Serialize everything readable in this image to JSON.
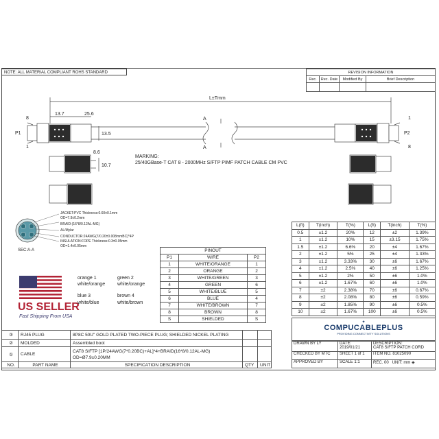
{
  "note": "NOTE: ALL MATERIAL COMPLIANT ROHS STANDARD",
  "revision": {
    "title": "REVISION INFORMATION",
    "headers": [
      "Rec.",
      "Rec. Date",
      "Modified By",
      "Brief Description"
    ]
  },
  "dims": {
    "length": "L±Tmm",
    "d1": "13.7",
    "d2": "25.6",
    "d3": "13.5",
    "d4": "8.6",
    "d5": "10.7",
    "d6": "1",
    "d7": "8",
    "d8": "1",
    "d9": "8"
  },
  "labels": {
    "p1": "P1",
    "p2": "P2",
    "a_top": "A",
    "a_bot": "A",
    "a_top_r": "A",
    "a_bot_r": "A",
    "sec": "SEC:A-A",
    "pin8_left": "8",
    "pin1_left": "1",
    "pin1_right": "1",
    "pin8_right": "8"
  },
  "marking": {
    "title": "MARKING:",
    "text": "25/40GBase-T CAT 8 - 2000MHz S/FTP PIMF PATCH CABLE  CM PVC"
  },
  "section_notes": [
    "JACKET:PVC Thickness:0.60±0.1mm",
    "OD=7.9±0.2mm",
    "BRAID:(16*8/0.12AL-MG)",
    "AL/Mylar",
    "CONDUCTOR:24AWG(7/0.20±0.008mmBC)*4P",
    "INSULATION:FOPE Thickness:0.3±0.05mm",
    "OD=1.4±0.05mm"
  ],
  "length_table": {
    "headers": [
      "L(ft)",
      "T(inch)",
      "T(%)",
      "L(ft)",
      "T(inch)",
      "T(%)"
    ],
    "rows": [
      [
        "0.5",
        "±1.2",
        "20%",
        "12",
        "±2",
        "1.39%"
      ],
      [
        "1",
        "±1.2",
        "10%",
        "15",
        "±3.15",
        "1.75%"
      ],
      [
        "1.5",
        "±1.2",
        "6.6%",
        "20",
        "±4",
        "1.67%"
      ],
      [
        "2",
        "±1.2",
        "5%",
        "25",
        "±4",
        "1.33%"
      ],
      [
        "3",
        "±1.2",
        "3.33%",
        "30",
        "±6",
        "1.67%"
      ],
      [
        "4",
        "±1.2",
        "2.5%",
        "40",
        "±6",
        "1.25%"
      ],
      [
        "5",
        "±1.2",
        "2%",
        "50",
        "±6",
        "1.0%"
      ],
      [
        "6",
        "±1.2",
        "1.67%",
        "60",
        "±6",
        "1.0%"
      ],
      [
        "7",
        "±2",
        "2.38%",
        "70",
        "±6",
        "0.67%"
      ],
      [
        "8",
        "±2",
        "2.08%",
        "80",
        "±6",
        "0.59%"
      ],
      [
        "9",
        "±2",
        "1.85%",
        "90",
        "±6",
        "0.5%"
      ],
      [
        "10",
        "±2",
        "1.67%",
        "100",
        "±6",
        "0.5%"
      ]
    ]
  },
  "pinout": {
    "title": "PINOUT",
    "headers": [
      "P1",
      "WIRE",
      "P2"
    ],
    "rows": [
      [
        "1",
        "WHITE/ORANGE",
        "1"
      ],
      [
        "2",
        "ORANGE",
        "2"
      ],
      [
        "3",
        "WHITE/GREEN",
        "3"
      ],
      [
        "4",
        "GREEN",
        "6"
      ],
      [
        "5",
        "WHITE/BLUE",
        "5"
      ],
      [
        "6",
        "BLUE",
        "4"
      ],
      [
        "7",
        "WHITE/BROWN",
        "7"
      ],
      [
        "8",
        "BROWN",
        "8"
      ],
      [
        "S",
        "SHIELDED",
        "S"
      ]
    ]
  },
  "pairs": [
    {
      "label": "orange 1",
      "sub": "white/orange"
    },
    {
      "label": "green 2",
      "sub": "white/orange"
    },
    {
      "label": "blue    3",
      "sub": "white/blue"
    },
    {
      "label": "brown 4",
      "sub": "white/brown"
    }
  ],
  "us_seller": {
    "title": "US SELLER",
    "sub": "Fast Shipping From USA"
  },
  "bom": {
    "rows": [
      {
        "no": "③",
        "part": "RJ45 PLUG",
        "spec": "8P8C 50U\" GOLD PLATED TWO-PIECE PLUG; SHIELDED NICKEL PLATING",
        "qty": "",
        "unit": ""
      },
      {
        "no": "②",
        "part": "MOLDED",
        "spec": "Assembled boot",
        "qty": "",
        "unit": ""
      },
      {
        "no": "①",
        "part": "CABLE",
        "spec": "CAT8 S/FTP [1P/24AWG(7*0.20BC)+AL]*4+BRAID(16*8/0.12AL-MG) OD=Ø7.9±0.20MM",
        "qty": "",
        "unit": ""
      }
    ],
    "headers": {
      "no": "NO.",
      "part": "PART NAME",
      "spec": "SPECIFICATION DESCRIPTION",
      "qty": "QTY",
      "unit": "UNIT"
    }
  },
  "title_block": {
    "company": "COMPUCABLEPLUS",
    "tagline": "PROVIDING CONNECTIVITY SOLUTIONS",
    "drawn_by": "DRAWN BY   LY",
    "date_label": "DATE:",
    "date": "2019/01/21",
    "desc_label": "DESCRIPTION:",
    "desc": "CAT8 S/FTP PATCH CORD",
    "checked_by": "CHECKED BY   MTC",
    "sheet": "SHEET 1 of 1",
    "item_no": "ITEM NO. 81025090",
    "approved_by": "APPROVED BY",
    "scale": "SCALE 1:1",
    "rec": "REC. 00",
    "unit": "UNIT: mm"
  },
  "colors": {
    "line": "#444444",
    "flag_red": "#b22234",
    "flag_blue": "#3c3b6e",
    "cable_fill": "#5a9aa8",
    "brand_blue": "#1a3b6b"
  }
}
